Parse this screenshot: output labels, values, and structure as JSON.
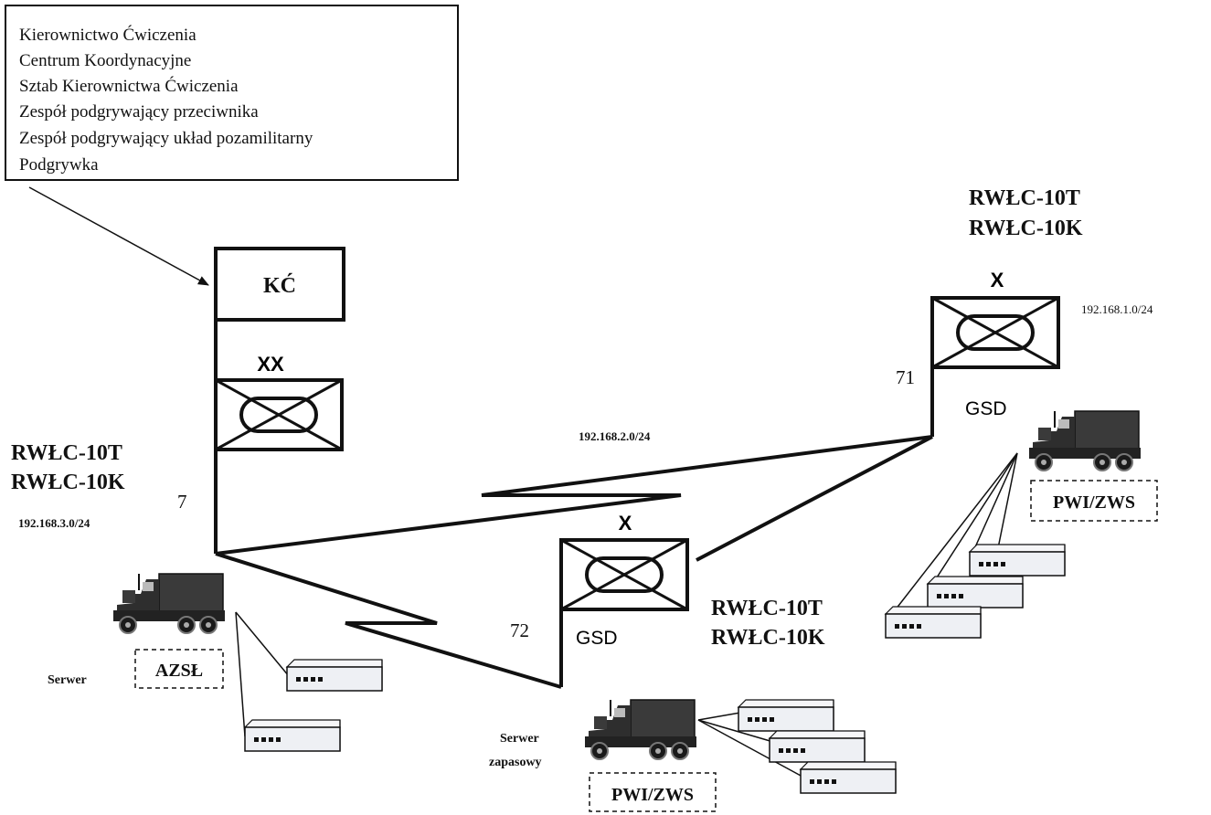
{
  "legend": {
    "lines": [
      "Kierownictwo Ćwiczenia",
      "Centrum Koordynacyjne",
      "Sztab Kierownictwa Ćwiczenia",
      "Zespół podgrywający przeciwnika",
      "Zespół podgrywający układ pozamilitarny",
      "Podgrywka"
    ]
  },
  "hq": {
    "label": "KĆ"
  },
  "nodes": {
    "n7": {
      "echelon": "XX",
      "number": "7",
      "radios": [
        "RWŁC-10T",
        "RWŁC-10K"
      ],
      "subnet": "192.168.3.0/24",
      "server_label": "Serwer",
      "unit_label": "AZSŁ"
    },
    "n71": {
      "echelon": "X",
      "number": "71",
      "radios": [
        "RWŁC-10T",
        "RWŁC-10K"
      ],
      "subnet": "192.168.1.0/24",
      "gsd": "GSD",
      "unit_label": "PWI/ZWS"
    },
    "n72": {
      "echelon": "X",
      "number": "72",
      "radios": [
        "RWŁC-10T",
        "RWŁC-10K"
      ],
      "gsd": "GSD",
      "server_label": [
        "Serwer",
        "zapasowy"
      ],
      "unit_label": "PWI/ZWS"
    }
  },
  "links": {
    "wan_subnet": "192.168.2.0/24"
  },
  "colors": {
    "ink": "#111111",
    "truck": "#3a3a3a",
    "device_fill": "#eef0f4"
  },
  "icons": {
    "vehicle": "truck-icon",
    "terminal": "terminal-device-icon",
    "unit": "unit-symbol-icon"
  }
}
